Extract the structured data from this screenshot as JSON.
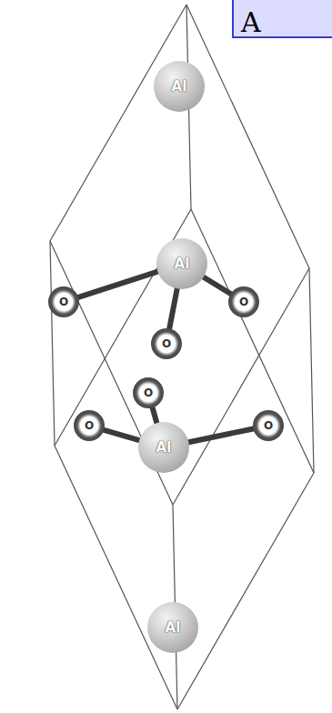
{
  "diagram": {
    "nodes": [
      {
        "text": [
          "A"
        ]
      },
      {
        "text": [
          "Al"
        ]
      },
      {
        "text": [
          "Al"
        ]
      },
      {
        "text": [
          "O"
        ]
      },
      {
        "text": [
          "O"
        ]
      },
      {
        "text": [
          "O"
        ]
      },
      {
        "text": [
          "O"
        ]
      },
      {
        "text": [
          "O"
        ]
      },
      {
        "text": [
          "O"
        ]
      },
      {
        "text": [
          "Al"
        ]
      },
      {
        "text": [
          "Al"
        ]
      }
    ],
    "edges": [
      {
        "from": 2,
        "to": 3,
        "arrow": "none"
      },
      {
        "from": 2,
        "to": 4,
        "arrow": "none"
      },
      {
        "from": 2,
        "to": 5,
        "arrow": "none"
      },
      {
        "from": 9,
        "to": 6,
        "arrow": "none"
      },
      {
        "from": 9,
        "to": 7,
        "arrow": "none"
      },
      {
        "from": 9,
        "to": 8,
        "arrow": "none"
      }
    ]
  }
}
